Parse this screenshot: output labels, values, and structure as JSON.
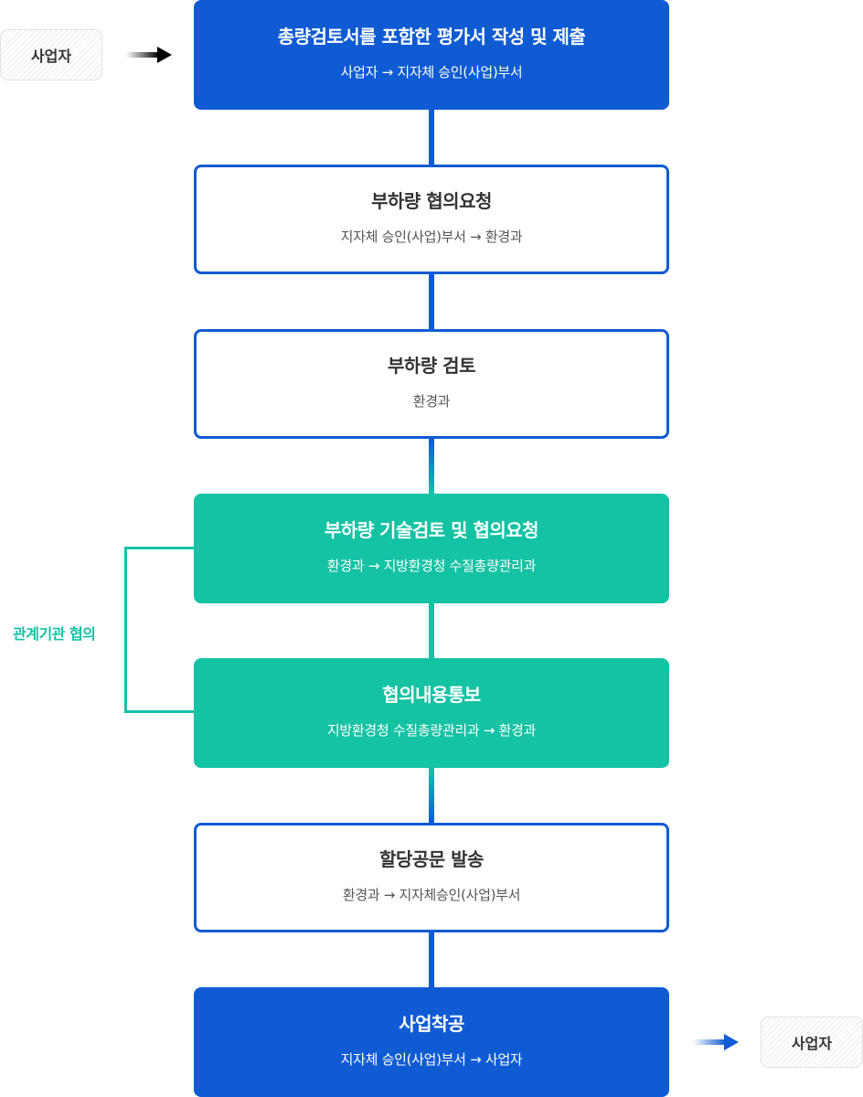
{
  "side": {
    "left_label": "사업자",
    "right_label": "사업자"
  },
  "bracket_label": "관계기관 협의",
  "steps": [
    {
      "title": "총량검토서를 포함한 평가서 작성 및 제출",
      "sub": "사업자 → 지자체 승인(사업)부서"
    },
    {
      "title": "부하량 협의요청",
      "sub": "지자체 승인(사업)부서 → 환경과"
    },
    {
      "title": "부하량 검토",
      "sub": "환경과"
    },
    {
      "title": "부하량 기술검토 및 협의요청",
      "sub": "환경과 → 지방환경청 수질총량관리과"
    },
    {
      "title": "협의내용통보",
      "sub": "지방환경청 수질총량관리과 → 환경과"
    },
    {
      "title": "할당공문 발송",
      "sub": "환경과 → 지자체승인(사업)부서"
    },
    {
      "title": "사업착공",
      "sub": "지자체 승인(사업)부서 → 사업자"
    }
  ],
  "colors": {
    "blue": "#0f5bd3",
    "green": "#14c2a4",
    "text_dark": "#333333"
  }
}
